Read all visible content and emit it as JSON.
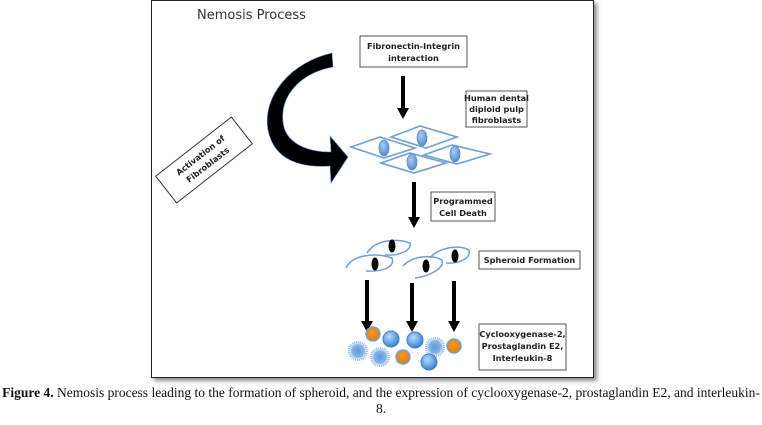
{
  "figure": {
    "title": "Nemosis Process",
    "boxes": {
      "fibronectin": [
        "Fibronectin-Integrin",
        "interaction"
      ],
      "pulp_fibroblasts": [
        "Human dental",
        "diploid pulp",
        "fibroblasts"
      ],
      "activation": [
        "Activation of",
        "Fibroblasts"
      ],
      "cell_death": [
        "Programmed",
        "Cell Death"
      ],
      "spheroid": [
        "Spheroid Formation"
      ],
      "markers": [
        "Cyclooxygenase-2,",
        "Prostaglandin E2,",
        "Interleukin-8"
      ]
    },
    "colors": {
      "cell_outline": "#6f9fd3",
      "nucleus": "#5b8fd0",
      "blue_particle": "#6aa5e6",
      "orange_particle": "#ee8a12",
      "arrow": "#000000"
    }
  },
  "caption": {
    "label": "Figure 4.",
    "text": " Nemosis process leading to the formation of spheroid, and the expression of cyclooxygenase-2, prostaglandin E2, and interleukin-8."
  }
}
